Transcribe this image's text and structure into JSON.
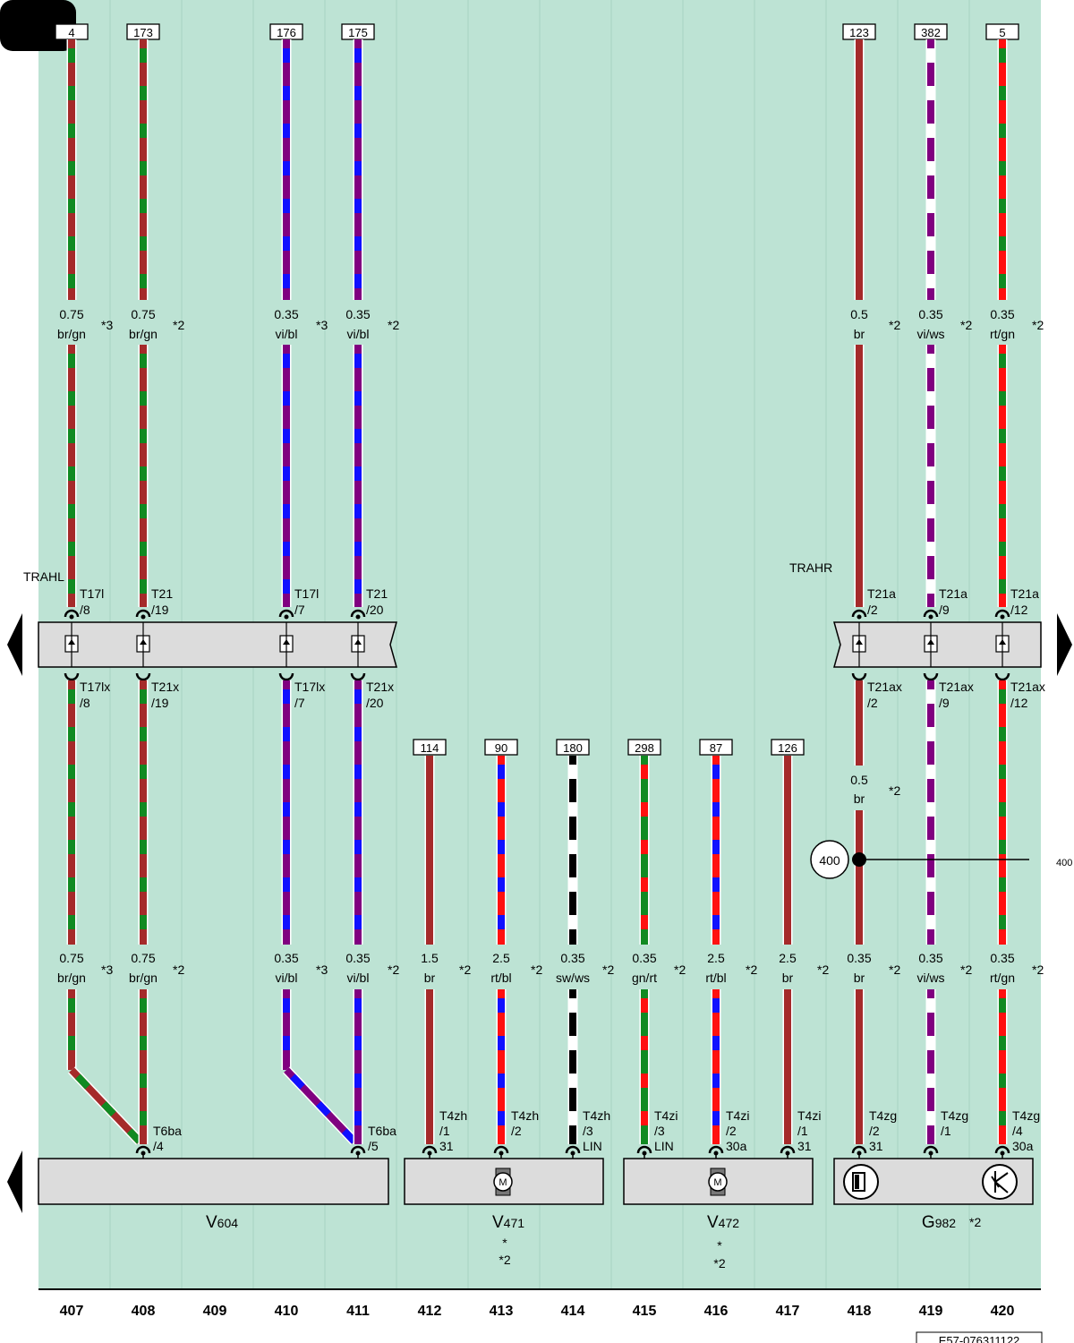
{
  "colors": {
    "background": "#bde3d4",
    "br": "#a52a2a",
    "gn": "#118a22",
    "vi": "#800080",
    "bl": "#1010ff",
    "rt": "#ff1010",
    "sw": "#000000",
    "ws": "#ffffff",
    "connector": "#dcdcdc"
  },
  "wires": [
    {
      "id": "w1",
      "col": 407,
      "top_ref": "4",
      "label_top": {
        "size": "0.75",
        "color": "br/gn",
        "note": "*3"
      },
      "colors": [
        "br",
        "gn"
      ],
      "conn_top": {
        "id": "T17l",
        "pin": "/8"
      },
      "conn_bot": {
        "id": "T17lx",
        "pin": "/8"
      },
      "label_bot": {
        "size": "0.75",
        "color": "br/gn",
        "note": "*3"
      }
    },
    {
      "id": "w2",
      "col": 408,
      "top_ref": "173",
      "label_top": {
        "size": "0.75",
        "color": "br/gn",
        "note": "*2"
      },
      "colors": [
        "br",
        "gn"
      ],
      "conn_top": {
        "id": "T21",
        "pin": "/19"
      },
      "conn_bot": {
        "id": "T21x",
        "pin": "/19"
      },
      "label_bot": {
        "size": "0.75",
        "color": "br/gn",
        "note": "*2"
      },
      "end": {
        "id": "T6ba",
        "pin": "/4"
      }
    },
    {
      "id": "w3",
      "col": 410,
      "top_ref": "176",
      "label_top": {
        "size": "0.35",
        "color": "vi/bl",
        "note": "*3"
      },
      "colors": [
        "vi",
        "bl"
      ],
      "conn_top": {
        "id": "T17l",
        "pin": "/7"
      },
      "conn_bot": {
        "id": "T17lx",
        "pin": "/7"
      },
      "label_bot": {
        "size": "0.35",
        "color": "vi/bl",
        "note": "*3"
      }
    },
    {
      "id": "w4",
      "col": 411,
      "top_ref": "175",
      "label_top": {
        "size": "0.35",
        "color": "vi/bl",
        "note": "*2"
      },
      "colors": [
        "vi",
        "bl"
      ],
      "conn_top": {
        "id": "T21",
        "pin": "/20"
      },
      "conn_bot": {
        "id": "T21x",
        "pin": "/20"
      },
      "label_bot": {
        "size": "0.35",
        "color": "vi/bl",
        "note": "*2"
      },
      "end": {
        "id": "T6ba",
        "pin": "/5"
      }
    },
    {
      "id": "w5",
      "col": 418,
      "top_ref": "123",
      "label_top": {
        "size": "0.5",
        "color": "br",
        "note": "*2"
      },
      "colors": [
        "br"
      ],
      "conn_top": {
        "id": "T21a",
        "pin": "/2"
      },
      "conn_bot": {
        "id": "T21ax",
        "pin": "/2"
      },
      "label_mid": {
        "size": "0.5",
        "color": "br",
        "note": "*2"
      },
      "label_bot": {
        "size": "0.35",
        "color": "br",
        "note": "*2"
      },
      "end": {
        "id": "T4zg",
        "pin": "/2",
        "num": "31"
      }
    },
    {
      "id": "w6",
      "col": 419,
      "top_ref": "382",
      "label_top": {
        "size": "0.35",
        "color": "vi/ws",
        "note": "*2"
      },
      "colors": [
        "vi",
        "ws"
      ],
      "conn_top": {
        "id": "T21a",
        "pin": "/9"
      },
      "conn_bot": {
        "id": "T21ax",
        "pin": "/9"
      },
      "label_bot": {
        "size": "0.35",
        "color": "vi/ws",
        "note": "*2"
      },
      "end": {
        "id": "T4zg",
        "pin": "/1",
        "num": ""
      }
    },
    {
      "id": "w7",
      "col": 420,
      "top_ref": "5",
      "label_top": {
        "size": "0.35",
        "color": "rt/gn",
        "note": "*2"
      },
      "colors": [
        "rt",
        "gn"
      ],
      "conn_top": {
        "id": "T21a",
        "pin": "/12"
      },
      "conn_bot": {
        "id": "T21ax",
        "pin": "/12"
      },
      "label_bot": {
        "size": "0.35",
        "color": "rt/gn",
        "note": "*2"
      },
      "end": {
        "id": "T4zg",
        "pin": "/4",
        "num": "30a"
      }
    },
    {
      "id": "w8",
      "col": 412,
      "top_ref": "114",
      "colors": [
        "br"
      ],
      "label_bot": {
        "size": "1.5",
        "color": "br",
        "note": "*2"
      },
      "end": {
        "id": "T4zh",
        "pin": "/1",
        "num": "31"
      }
    },
    {
      "id": "w9",
      "col": 413,
      "top_ref": "90",
      "colors": [
        "rt",
        "bl"
      ],
      "label_bot": {
        "size": "2.5",
        "color": "rt/bl",
        "note": "*2"
      },
      "end": {
        "id": "T4zh",
        "pin": "/2",
        "num": ""
      }
    },
    {
      "id": "w10",
      "col": 414,
      "top_ref": "180",
      "colors": [
        "sw",
        "ws"
      ],
      "label_bot": {
        "size": "0.35",
        "color": "sw/ws",
        "note": "*2"
      },
      "end": {
        "id": "T4zh",
        "pin": "/3",
        "num": "LIN"
      }
    },
    {
      "id": "w11",
      "col": 415,
      "top_ref": "298",
      "colors": [
        "gn",
        "rt"
      ],
      "label_bot": {
        "size": "0.35",
        "color": "gn/rt",
        "note": "*2"
      },
      "end": {
        "id": "T4zi",
        "pin": "/3",
        "num": "LIN"
      }
    },
    {
      "id": "w12",
      "col": 416,
      "top_ref": "87",
      "colors": [
        "rt",
        "bl"
      ],
      "label_bot": {
        "size": "2.5",
        "color": "rt/bl",
        "note": "*2"
      },
      "end": {
        "id": "T4zi",
        "pin": "/2",
        "num": "30a"
      }
    },
    {
      "id": "w13",
      "col": 417,
      "top_ref": "126",
      "colors": [
        "br"
      ],
      "label_bot": {
        "size": "2.5",
        "color": "br",
        "note": "*2"
      },
      "end": {
        "id": "T4zi",
        "pin": "/1",
        "num": "31"
      }
    }
  ],
  "labels": {
    "trahl": "TRAHL",
    "trahr": "TRAHR",
    "node": "400",
    "node_ref": "400",
    "doc_id": "E57-076311122"
  },
  "components": [
    {
      "id": "V604",
      "name": "V",
      "sub": "604",
      "note": ""
    },
    {
      "id": "V471",
      "name": "V",
      "sub": "471",
      "note": "*",
      "note2": "*2"
    },
    {
      "id": "V472",
      "name": "V",
      "sub": "472",
      "note": "*",
      "note2": "*2"
    },
    {
      "id": "G982",
      "name": "G",
      "sub": "982",
      "note": "*2"
    }
  ],
  "columns": [
    "407",
    "408",
    "409",
    "410",
    "411",
    "412",
    "413",
    "414",
    "415",
    "416",
    "417",
    "418",
    "419",
    "420"
  ]
}
